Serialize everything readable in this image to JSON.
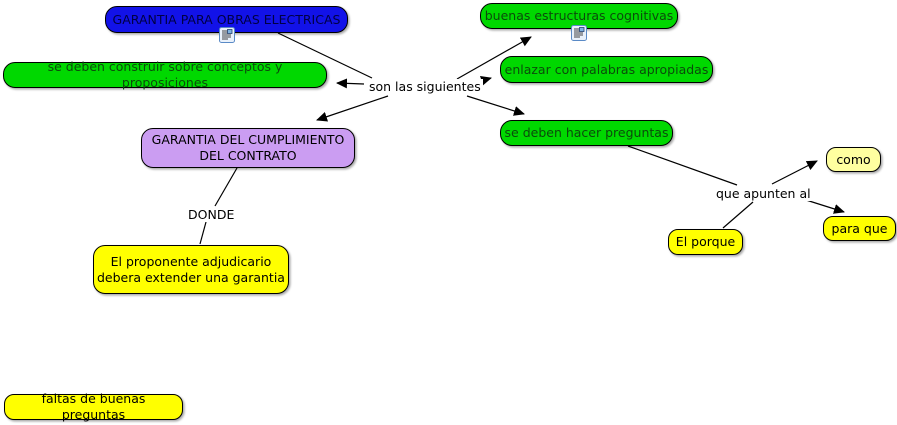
{
  "map": {
    "background_color": "#ffffff",
    "line_color": "#000000",
    "colors": {
      "concept_blue": "#1212e8",
      "concept_green": "#00d800",
      "concept_purple": "#cb9df2",
      "concept_yellow": "#ffff00",
      "concept_pale_yellow": "#ffffa0"
    },
    "nodes": {
      "garantia_obras": {
        "label": "GARANTIA PARA OBRAS ELECTRICAS",
        "fill": "#1212e8",
        "has_resource_icon": true
      },
      "buenas_estructuras": {
        "label": "buenas estructuras cognitivas",
        "fill": "#00d800",
        "has_resource_icon": true
      },
      "construir_conceptos": {
        "label": "se deben construir sobre conceptos y proposiciones",
        "fill": "#00d800"
      },
      "enlazar_palabras": {
        "label": "enlazar con palabras apropiadas",
        "fill": "#00d800"
      },
      "hacer_preguntas": {
        "label": "se deben hacer preguntas",
        "fill": "#00d800"
      },
      "garantia_cumplimiento": {
        "label": "GARANTIA DEL CUMPLIMIENTO\nDEL CONTRATO",
        "fill": "#cb9df2"
      },
      "proponente": {
        "label": "El proponente adjudicario\ndebera extender una garantia",
        "fill": "#ffff00"
      },
      "como": {
        "label": "como",
        "fill": "#ffffa0"
      },
      "el_porque": {
        "label": "El porque",
        "fill": "#ffff00"
      },
      "para_que": {
        "label": "para que",
        "fill": "#ffff00"
      },
      "faltas_preguntas": {
        "label": "faltas de buenas preguntas",
        "fill": "#ffff00"
      }
    },
    "linking_phrases": {
      "son_las_siguientes": {
        "label": "son las siguientes"
      },
      "donde": {
        "label": "DONDE"
      },
      "que_apunten_al": {
        "label": "que apunten al"
      }
    },
    "edges": [
      {
        "from": "GARANTIA PARA OBRAS ELECTRICAS",
        "to": "son las siguientes",
        "arrowhead": false
      },
      {
        "from": "son las siguientes",
        "to": "se deben construir sobre conceptos y proposiciones",
        "arrowhead": true
      },
      {
        "from": "son las siguientes",
        "to": "buenas estructuras cognitivas",
        "arrowhead": true
      },
      {
        "from": "son las siguientes",
        "to": "enlazar con palabras apropiadas",
        "arrowhead": true
      },
      {
        "from": "son las siguientes",
        "to": "GARANTIA DEL CUMPLIMIENTO DEL CONTRATO",
        "arrowhead": true
      },
      {
        "from": "son las siguientes",
        "to": "se deben hacer preguntas",
        "arrowhead": true
      },
      {
        "from": "GARANTIA DEL CUMPLIMIENTO DEL CONTRATO",
        "to": "DONDE",
        "arrowhead": false
      },
      {
        "from": "DONDE",
        "to": "El proponente adjudicario debera extender una garantia",
        "arrowhead": false
      },
      {
        "from": "se deben hacer preguntas",
        "to": "que apunten al",
        "arrowhead": false
      },
      {
        "from": "que apunten al",
        "to": "como",
        "arrowhead": true
      },
      {
        "from": "que apunten al",
        "to": "para que",
        "arrowhead": true
      },
      {
        "from": "que apunten al",
        "to": "El porque",
        "arrowhead": false
      }
    ],
    "icons": {
      "resource_icon_meaning": "document-with-image resource link"
    }
  }
}
